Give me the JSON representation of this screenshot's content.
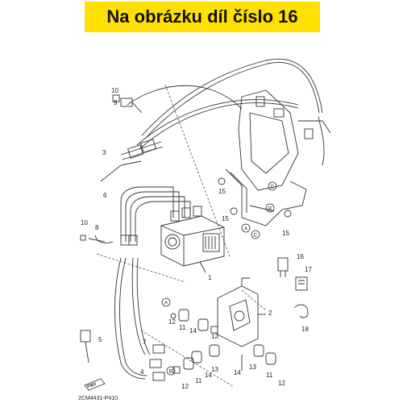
{
  "banner": {
    "text": "Na obrázku díl číslo 16",
    "color": "#ffe000"
  },
  "diagram_code": "2CM4431-P410",
  "fwd_label": "FWD",
  "callouts": [
    {
      "text": "10"
    },
    {
      "text": "9"
    },
    {
      "text": "3"
    },
    {
      "text": "6"
    },
    {
      "text": "10"
    },
    {
      "text": "8"
    },
    {
      "text": "1"
    },
    {
      "text": "15"
    },
    {
      "text": "15"
    },
    {
      "text": "15"
    },
    {
      "text": "16"
    },
    {
      "text": "17"
    },
    {
      "text": "2"
    },
    {
      "text": "18"
    },
    {
      "text": "12"
    },
    {
      "text": "11"
    },
    {
      "text": "14"
    },
    {
      "text": "13"
    },
    {
      "text": "5"
    },
    {
      "text": "7"
    },
    {
      "text": "4"
    },
    {
      "text": "12"
    },
    {
      "text": "11"
    },
    {
      "text": "14"
    },
    {
      "text": "13"
    },
    {
      "text": "14"
    },
    {
      "text": "13"
    },
    {
      "text": "11"
    },
    {
      "text": "12"
    }
  ],
  "circle_markers": [
    {
      "text": "A"
    },
    {
      "text": "B"
    },
    {
      "text": "C"
    },
    {
      "text": "A"
    },
    {
      "text": "B"
    },
    {
      "text": "C"
    }
  ],
  "colors": {
    "line": "#333333",
    "light_line": "#666666"
  },
  "icons": [
    "abs-hydraulic-unit-icon",
    "brake-hose-icon",
    "bracket-icon",
    "sensor-icon"
  ]
}
